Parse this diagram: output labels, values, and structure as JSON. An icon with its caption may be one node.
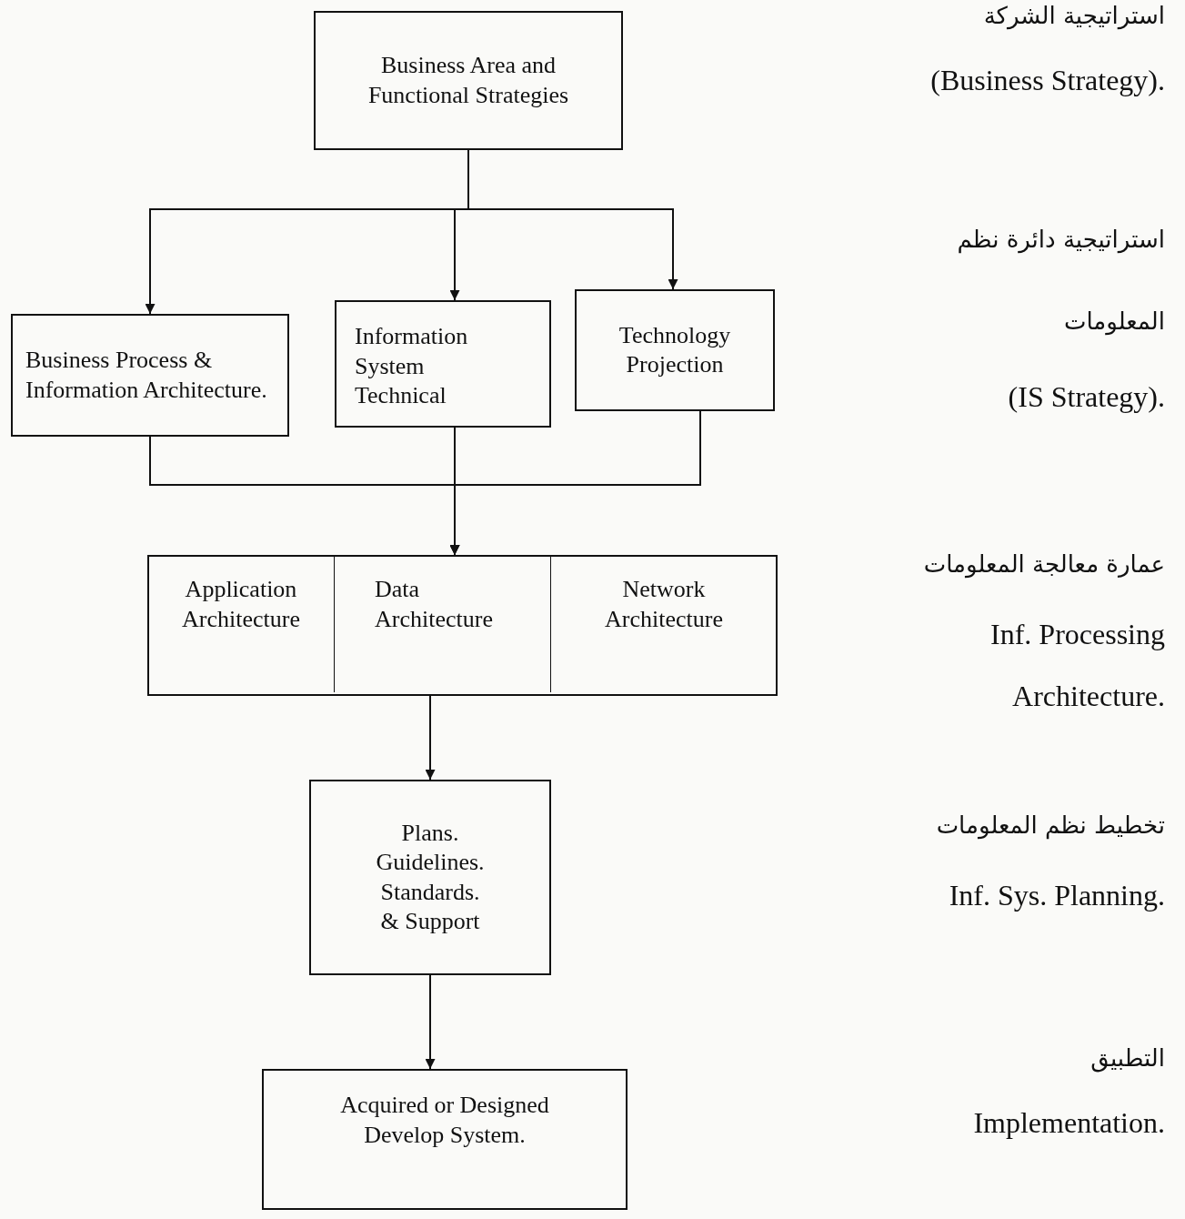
{
  "diagram": {
    "nodes": [
      {
        "text": [
          "Business Area and Functional Strategies"
        ]
      },
      {
        "text": [
          "Business Process & Information Architecture."
        ]
      },
      {
        "text": [
          "Information System Technical"
        ]
      },
      {
        "text": [
          "Technology Projection"
        ]
      },
      {
        "text": [],
        "shape": "box"
      },
      {
        "text": [
          "Application Architecture"
        ],
        "in": 4
      },
      {
        "text": [
          "Data Architecture"
        ],
        "in": 4
      },
      {
        "text": [
          "Network Architecture"
        ],
        "in": 4
      },
      {
        "text": [
          "Plans.",
          "Guidelines.",
          "Standards.",
          "& Support"
        ]
      },
      {
        "text": [
          "Acquired or Designed Develop System."
        ]
      }
    ],
    "edges": [
      {
        "from": 0,
        "to": 1,
        "arrow": "to"
      },
      {
        "from": 0,
        "to": 2,
        "arrow": "to"
      },
      {
        "from": 0,
        "to": 3,
        "arrow": "to"
      },
      {
        "from": 1,
        "to": 4,
        "arrow": "to"
      },
      {
        "from": 2,
        "to": 4,
        "arrow": "to"
      },
      {
        "from": 3,
        "to": 4,
        "arrow": "to"
      },
      {
        "from": 4,
        "to": 8,
        "arrow": "to"
      },
      {
        "from": 8,
        "to": 9,
        "arrow": "to"
      }
    ],
    "labels": [
      "استراتيجية الشركة",
      "(Business Strategy).",
      "استراتيجية دائرة نظم المعلومات",
      "(IS Strategy).",
      "عمارة معالجة المعلومات",
      "Inf. Processing Architecture.",
      "تخطيط نظم المعلومات",
      "Inf. Sys. Planning.",
      "التطبيق",
      "Implementation."
    ]
  }
}
